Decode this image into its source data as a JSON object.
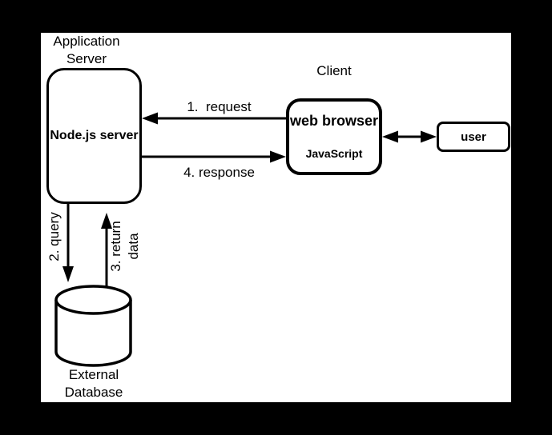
{
  "colors": {
    "ink": "#000000",
    "canvas_bg": "#ffffff",
    "frame_bg": "#000000"
  },
  "diagram": {
    "nodes": {
      "application_server": {
        "title": "Application\nServer",
        "box_label": "Node.js server"
      },
      "client": {
        "title": "Client",
        "box_label": "web browser",
        "sub_label": "JavaScript"
      },
      "user": {
        "box_label": "user"
      },
      "database": {
        "caption": "External\nDatabase"
      }
    },
    "edges": {
      "request": {
        "label": "1.  request",
        "from": "web browser",
        "to": "Node.js server"
      },
      "response": {
        "label": "4. response",
        "from": "Node.js server",
        "to": "web browser"
      },
      "query": {
        "label": "2. query",
        "from": "Node.js server",
        "to": "External Database"
      },
      "return_data": {
        "label": "3. return\ndata",
        "from": "External Database",
        "to": "Node.js server"
      },
      "browser_user": {
        "label": "",
        "from": "web browser",
        "to": "user"
      }
    }
  }
}
